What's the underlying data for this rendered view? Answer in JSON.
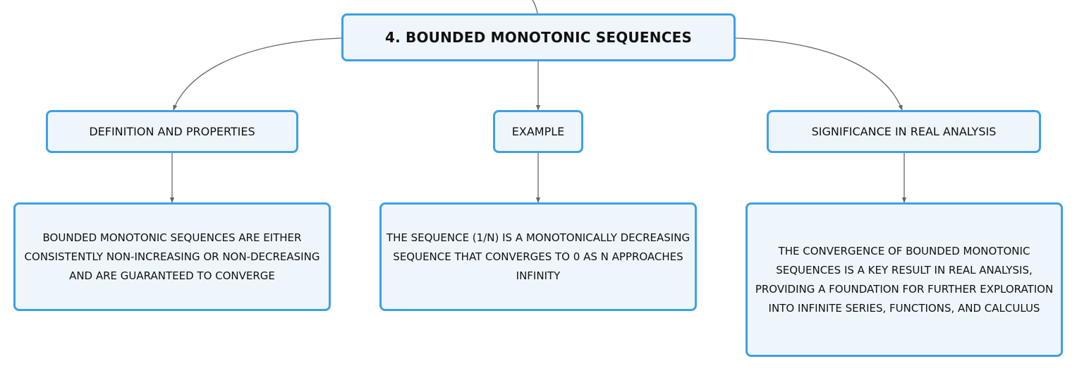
{
  "diagram": {
    "root": {
      "title": "4. BOUNDED MONOTONIC SEQUENCES"
    },
    "topics": [
      {
        "label": "DEFINITION AND PROPERTIES",
        "detail": "BOUNDED MONOTONIC SEQUENCES ARE EITHER CONSISTENTLY NON-INCREASING OR NON-DECREASING AND ARE GUARANTEED TO CONVERGE"
      },
      {
        "label": "EXAMPLE",
        "detail": "THE SEQUENCE (1/N) IS A MONOTONICALLY DECREASING SEQUENCE THAT CONVERGES TO 0 AS N APPROACHES INFINITY"
      },
      {
        "label": "SIGNIFICANCE IN REAL ANALYSIS",
        "detail": "THE CONVERGENCE OF BOUNDED MONOTONIC SEQUENCES IS A KEY RESULT IN REAL ANALYSIS, PROVIDING A FOUNDATION FOR FURTHER EXPLORATION INTO INFINITE SERIES, FUNCTIONS, AND CALCULUS"
      }
    ],
    "colors": {
      "node_border": "#3fa0e6",
      "node_fill": "#eef6fc",
      "connector": "#666666",
      "text": "#111111"
    }
  }
}
